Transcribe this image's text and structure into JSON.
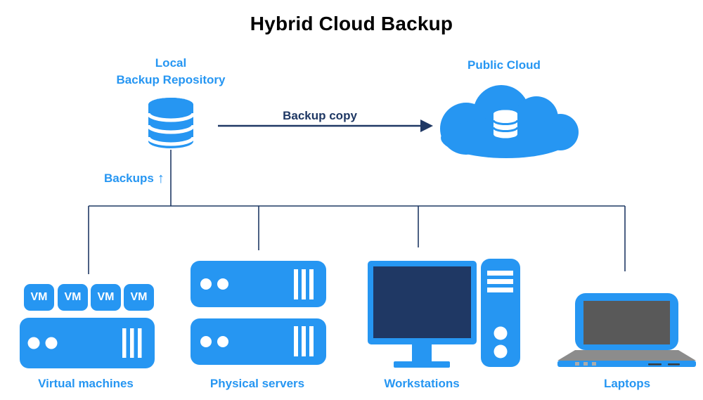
{
  "diagram": {
    "title": "Hybrid Cloud Backup",
    "nodes": {
      "local_repository": {
        "label": "Local\nBackup Repository",
        "icon": "database-icon"
      },
      "public_cloud": {
        "label": "Public Cloud",
        "icon": "cloud-database-icon"
      },
      "virtual_machines": {
        "label": "Virtual machines",
        "icon": "server-icon",
        "vm_badges": [
          "VM",
          "VM",
          "VM",
          "VM"
        ]
      },
      "physical_servers": {
        "label": "Physical servers",
        "icon": "server-stack-icon"
      },
      "workstations": {
        "label": "Workstations",
        "icon": "desktop-computer-icon"
      },
      "laptops": {
        "label": "Laptops",
        "icon": "laptop-icon"
      }
    },
    "edges": {
      "backup_copy": {
        "label": "Backup copy",
        "direction": "left-to-right"
      },
      "backups": {
        "label": "Backups",
        "arrow_icon": "↑"
      }
    },
    "colors": {
      "accent": "#2696F2",
      "navy": "#1F3864",
      "screen-gray": "#595959",
      "deck-gray": "#8C8C8C",
      "key-gray": "#ABABAB",
      "dash-gray": "#3A3A3A",
      "title-color": "#000000"
    }
  }
}
